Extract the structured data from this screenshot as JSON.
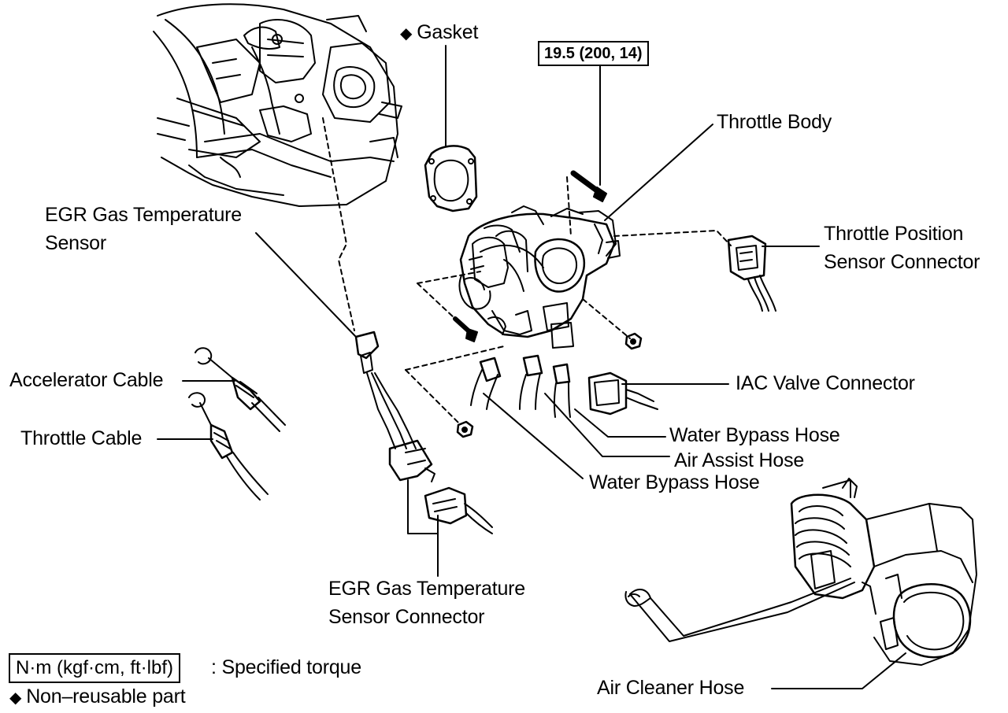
{
  "labels": {
    "gasket": "Gasket",
    "torque_spec": "19.5 (200, 14)",
    "throttle_body": "Throttle Body",
    "egr_sensor_line1": "EGR Gas Temperature",
    "egr_sensor_line2": "Sensor",
    "tps_connector_line1": "Throttle Position",
    "tps_connector_line2": "Sensor Connector",
    "accelerator_cable": "Accelerator Cable",
    "throttle_cable": "Throttle Cable",
    "iac_connector": "IAC Valve Connector",
    "water_bypass_hose_1": "Water Bypass Hose",
    "air_assist_hose": "Air Assist Hose",
    "water_bypass_hose_2": "Water Bypass Hose",
    "egr_connector_line1": "EGR Gas Temperature",
    "egr_connector_line2": "Sensor Connector",
    "air_cleaner_hose": "Air Cleaner Hose"
  },
  "legend": {
    "torque_units": "N·m (kgf·cm, ft·lbf)",
    "torque_desc": ": Specified torque",
    "non_reusable": "Non–reusable part"
  },
  "symbols": {
    "diamond": "◆"
  }
}
